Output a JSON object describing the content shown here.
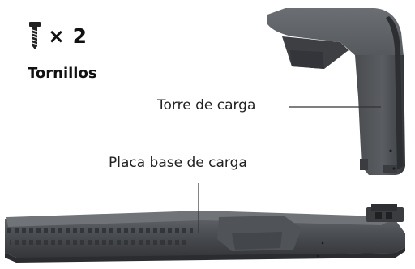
{
  "screws": {
    "quantity": "× 2",
    "label": "Tornillos",
    "icon": "screw-icon"
  },
  "parts": {
    "tower_label": "Torre de carga",
    "base_label": "Placa base de carga"
  },
  "colors": {
    "part_dark": "#3f4144",
    "part_mid": "#55585c",
    "part_light": "#6b6e72",
    "leader_line": "#333333"
  }
}
